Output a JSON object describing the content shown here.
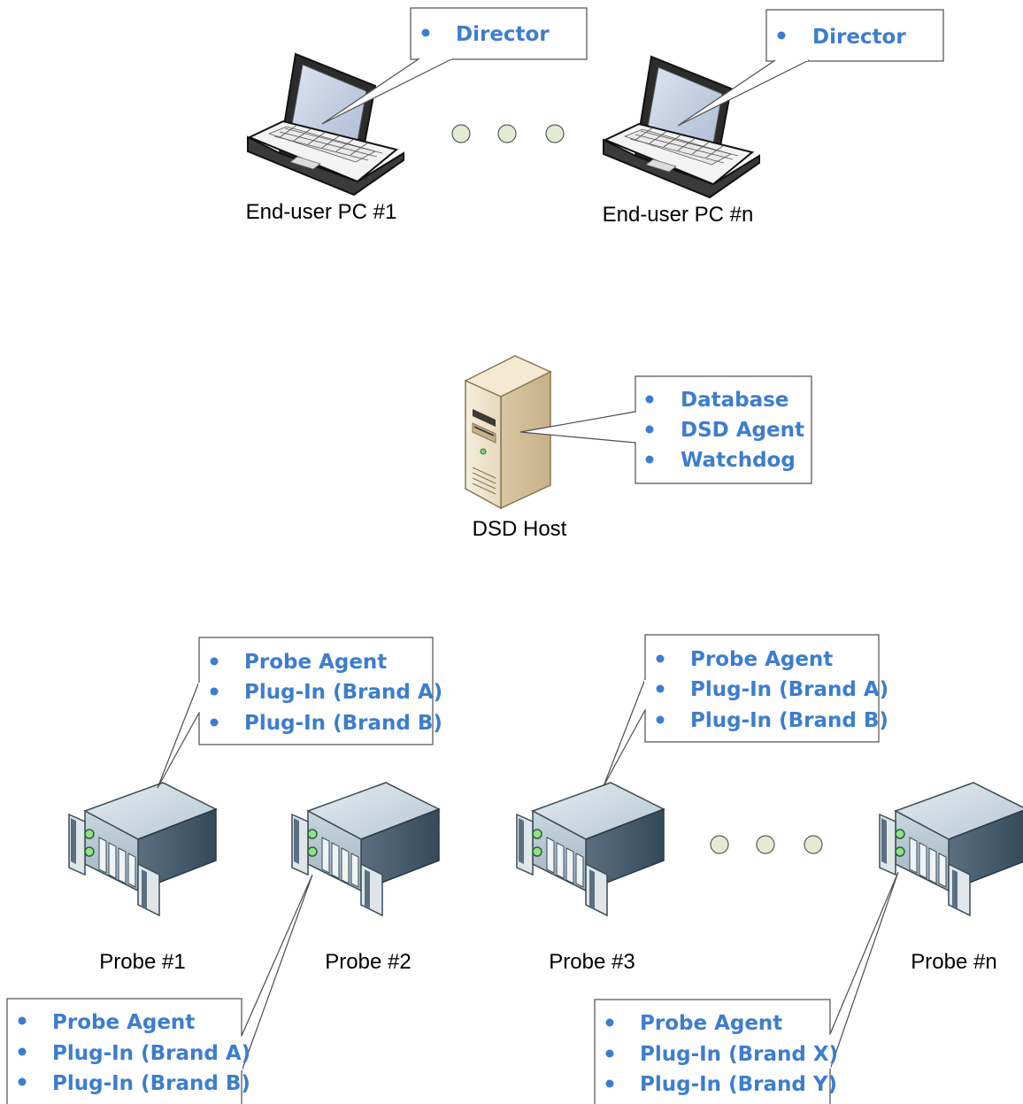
{
  "nodes": {
    "pc1": {
      "label": "End-user PC #1"
    },
    "pcn": {
      "label": "End-user PC #n"
    },
    "dsd_host": {
      "label": "DSD Host"
    },
    "probe1": {
      "label": "Probe #1"
    },
    "probe2": {
      "label": "Probe #2"
    },
    "probe3": {
      "label": "Probe #3"
    },
    "proben": {
      "label": "Probe #n"
    }
  },
  "callouts": {
    "pc1": [
      "Director"
    ],
    "pcn": [
      "Director"
    ],
    "dsd_host": [
      "Database",
      "DSD Agent",
      "Watchdog"
    ],
    "probe1": [
      "Probe Agent",
      "Plug-In (Brand A)",
      "Plug-In (Brand B)"
    ],
    "probe2": [
      "Probe Agent",
      "Plug-In (Brand A)",
      "Plug-In (Brand B)"
    ],
    "probe3": [
      "Probe Agent",
      "Plug-In (Brand A)",
      "Plug-In (Brand B)"
    ],
    "proben": [
      "Probe Agent",
      "Plug-In (Brand X)",
      "Plug-In (Brand Y)"
    ]
  },
  "colors": {
    "callout_text": "#3C7DD0",
    "label_text": "#000000",
    "ellipsis_dot": "#E3EBD3"
  },
  "icons": {
    "pc": "laptop-icon",
    "host": "tower-server-icon",
    "probe": "rack-server-icon"
  }
}
